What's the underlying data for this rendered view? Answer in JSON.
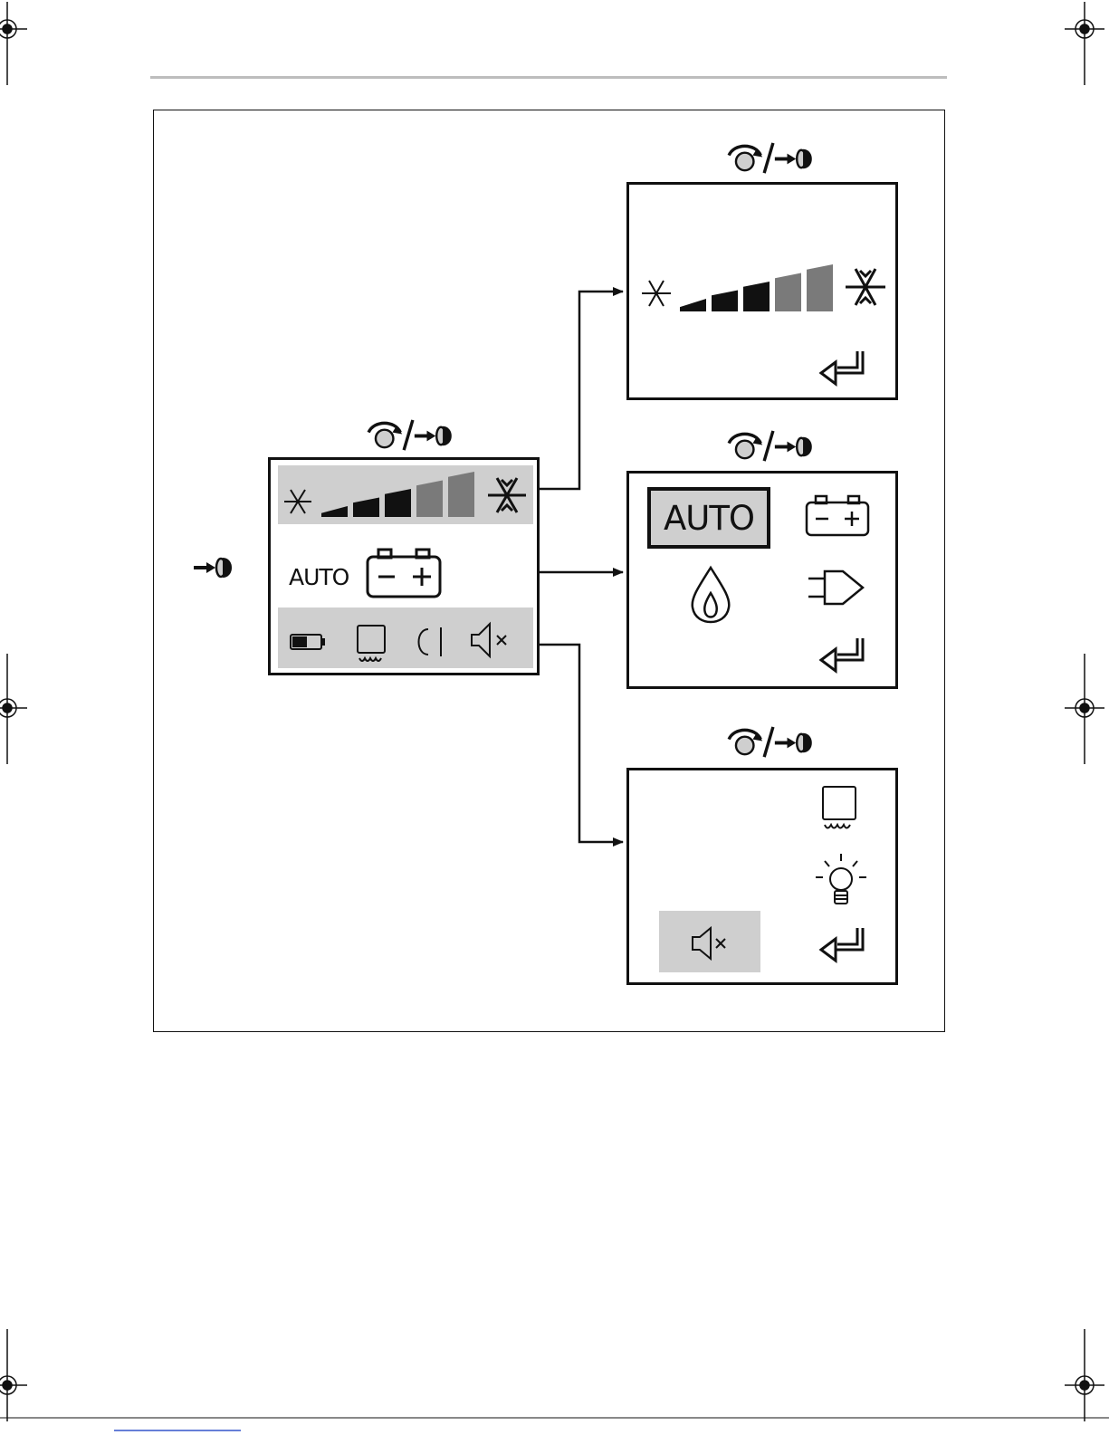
{
  "main_menu": {
    "auto_label": "AUTO"
  },
  "mode_panel": {
    "auto_label": "AUTO"
  },
  "icons": {
    "page_rule": "header-rule",
    "crop_mark": "registration-mark-icon",
    "rotate_press": "rotate-press-knob-icon",
    "press": "press-knob-icon",
    "snowflake_small": "snowflake-small-icon",
    "snowflake_large": "snowflake-large-icon",
    "battery_mode": "battery-mode-icon",
    "battery_level": "battery-level-icon",
    "freezer": "freezer-compartment-icon",
    "light": "light-bulb-icon",
    "mute": "speaker-mute-icon",
    "gas": "gas-flame-icon",
    "mains": "mains-plug-icon",
    "back": "return-arrow-icon",
    "door": "door-open-icon"
  },
  "colors": {
    "line": "#111111",
    "highlight": "#cfcfcf",
    "bar_dark": "#111111",
    "bar_gray": "#7a7a7a",
    "link_underline": "#3355cc"
  },
  "cooling_level": {
    "active_bars": 3,
    "total_bars": 5
  }
}
